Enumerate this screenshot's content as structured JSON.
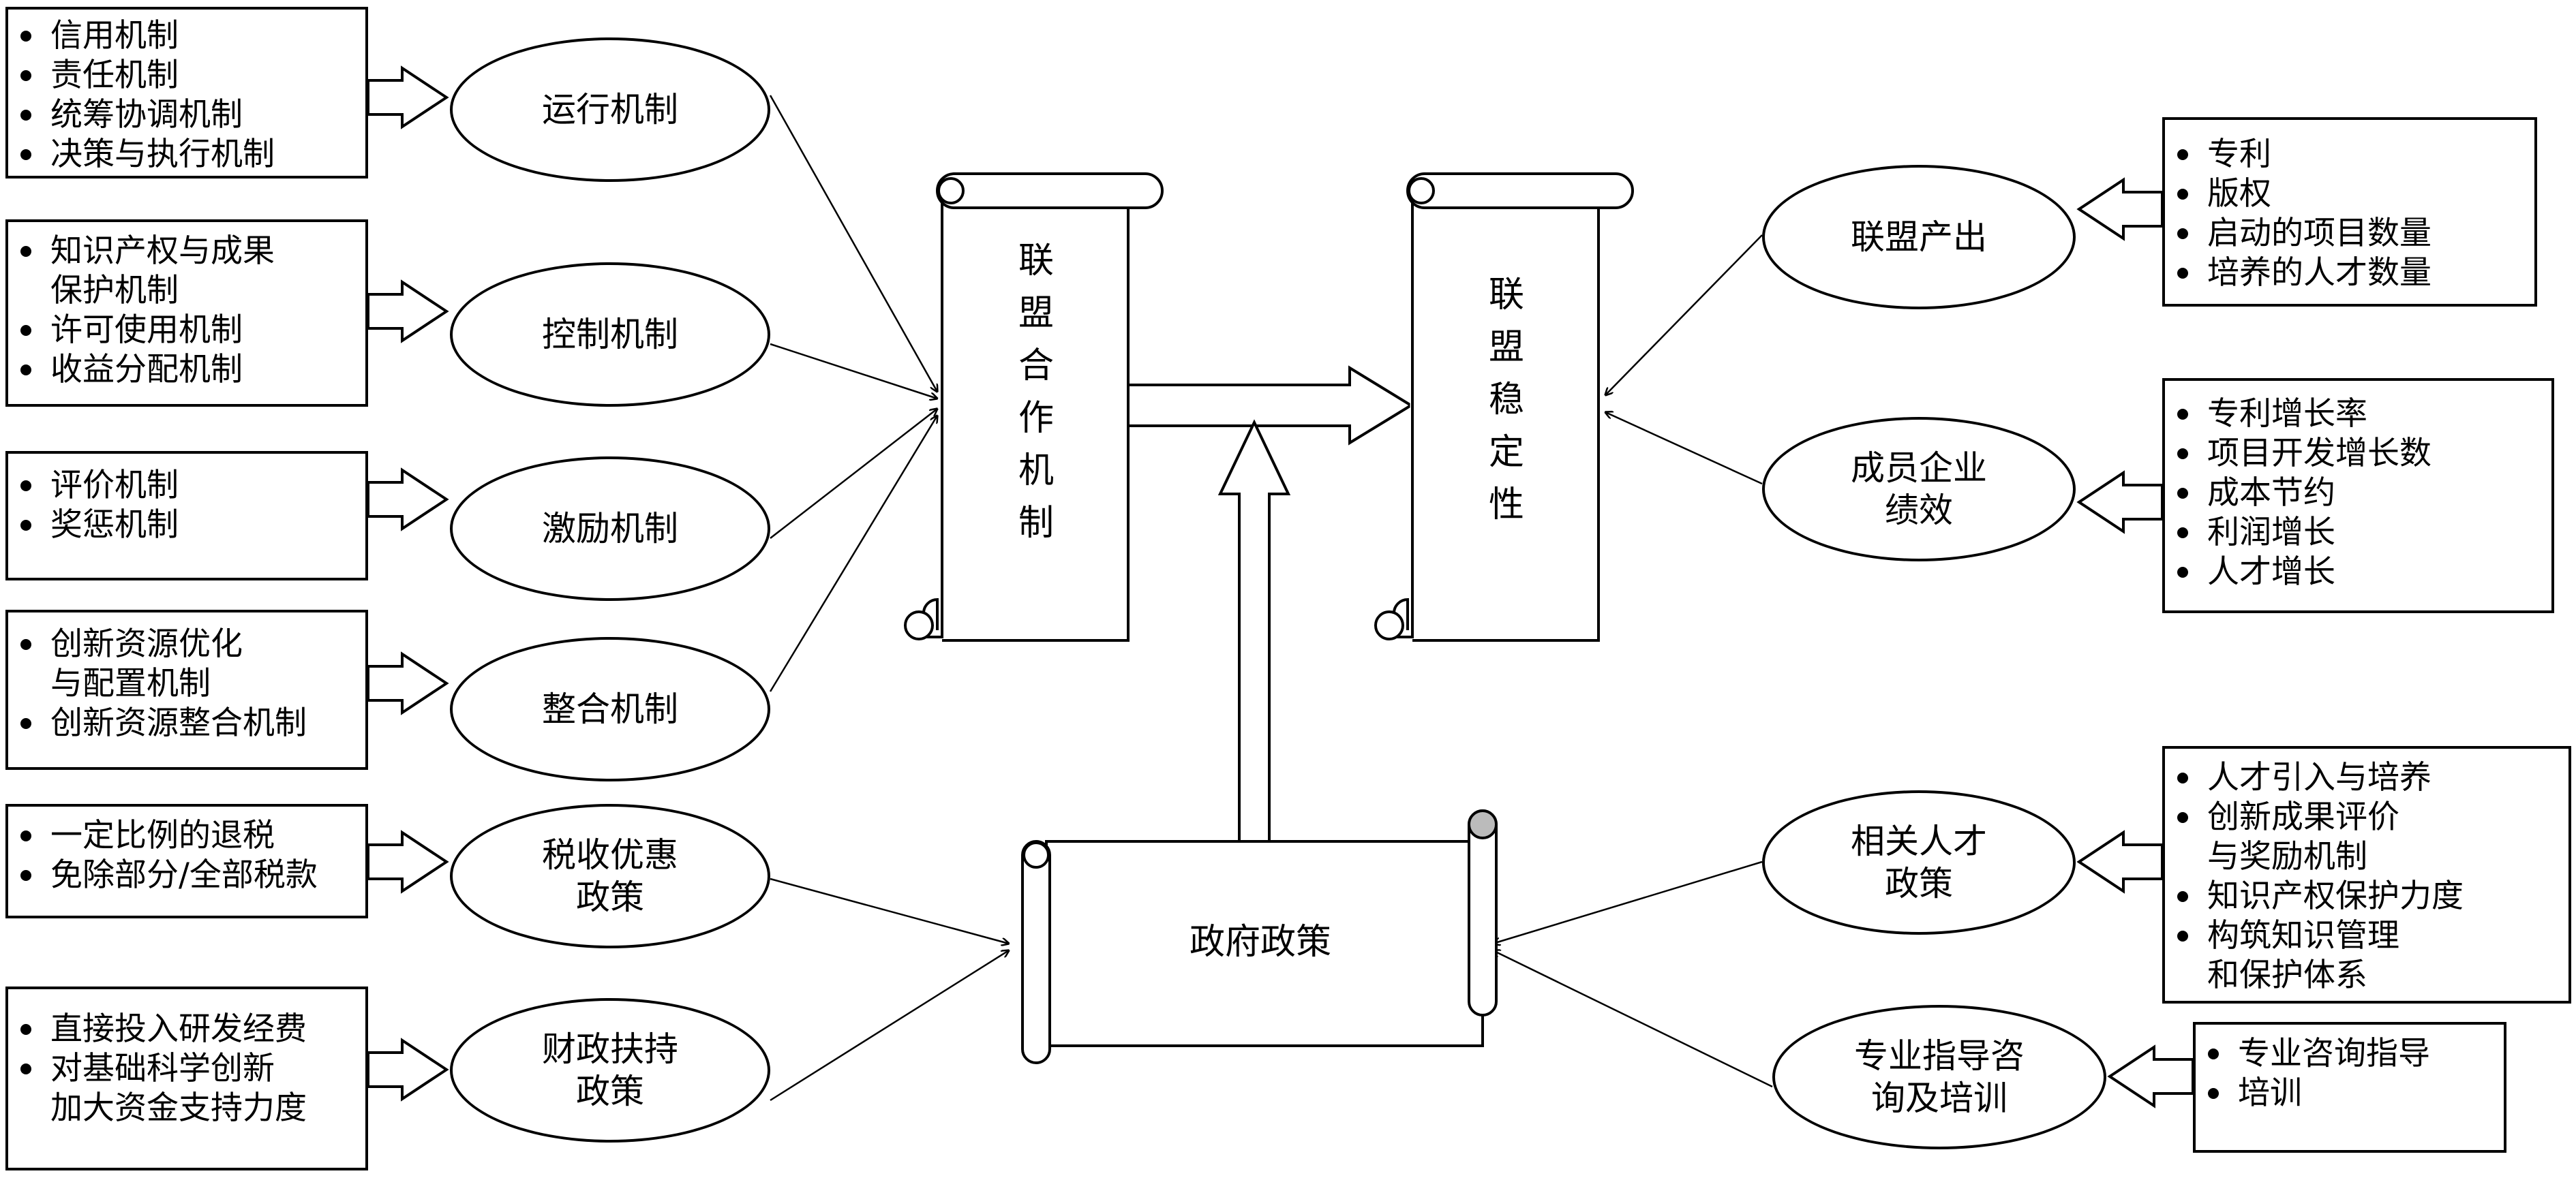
{
  "left_groups": [
    {
      "mechanism": "运行机制",
      "items": [
        "信用机制",
        "责任机制",
        "统筹协调机制",
        "决策与执行机制"
      ]
    },
    {
      "mechanism": "控制机制",
      "items": [
        "知识产权与成果\n保护机制",
        "许可使用机制",
        "收益分配机制"
      ]
    },
    {
      "mechanism": "激励机制",
      "items": [
        "评价机制",
        "奖惩机制"
      ]
    },
    {
      "mechanism": "整合机制",
      "items": [
        "创新资源优化\n与配置机制",
        "创新资源整合机制"
      ]
    },
    {
      "mechanism": "税收优惠\n政策",
      "items": [
        "一定比例的退税",
        "免除部分/全部税款"
      ]
    },
    {
      "mechanism": "财政扶持\n政策",
      "items": [
        "直接投入研发经费",
        "对基础科学创新\n加大资金支持力度"
      ]
    }
  ],
  "scroll_cooperation": {
    "chars": [
      "联",
      "盟",
      "合",
      "作",
      "机",
      "制"
    ]
  },
  "scroll_stability": {
    "chars": [
      "联",
      "盟",
      "稳",
      "定",
      "性"
    ]
  },
  "scroll_policy": {
    "label": "政府政策"
  },
  "right_groups": [
    {
      "factor": "联盟产出",
      "items": [
        "专利",
        "版权",
        "启动的项目数量",
        "培养的人才数量"
      ]
    },
    {
      "factor": "成员企业\n绩效",
      "items": [
        "专利增长率",
        "项目开发增长数",
        "成本节约",
        "利润增长",
        "人才增长"
      ]
    },
    {
      "factor": "相关人才\n政策",
      "items": [
        "人才引入与培养",
        "创新成果评价\n与奖励机制",
        "知识产权保护力度",
        "构筑知识管理\n和保护体系"
      ]
    },
    {
      "factor": "专业指导咨\n询及培训",
      "items": [
        "专业咨询指导",
        "培训"
      ]
    }
  ]
}
